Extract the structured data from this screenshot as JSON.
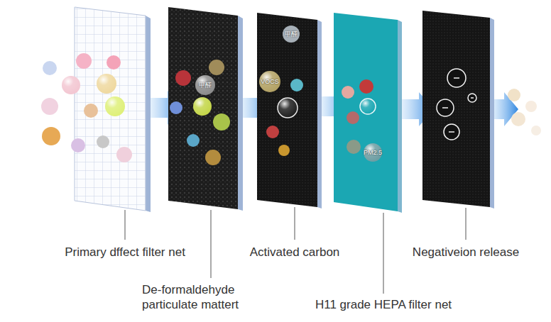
{
  "diagram": {
    "labels": [
      "甲醛",
      "甲醛",
      "VOCS",
      "PM2.5",
      "Primary dffect filter net",
      "De-formaldehyde particulate mattert",
      "Activated carbon",
      "H11 grade HEPA filter net",
      "Negativeion release"
    ]
  }
}
